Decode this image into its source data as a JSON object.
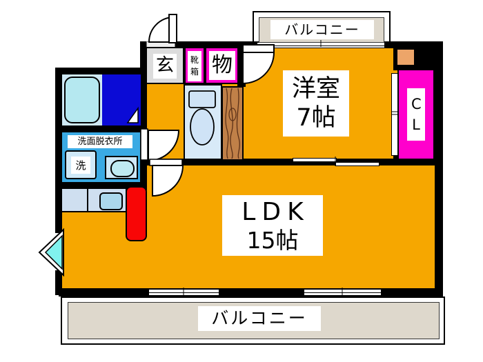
{
  "plan_type": "floorplan",
  "colors": {
    "floor_orange": "#f6a700",
    "closet_magenta": "#ff00cc",
    "wall_black": "#000000",
    "balcony_beige": "#ded8cc",
    "washroom_blue": "#3aaae4",
    "bath_dark_blue": "#0b0bd6",
    "bath_light_blue": "#cfe9f5",
    "toilet_room_blue": "#d8eaf8",
    "kitchen_counter_blue": "#cfdff0",
    "refrigerator_red": "#f80606",
    "bay_window_cyan": "#80f2ee",
    "wood_door_brown": "#c08048",
    "entrance_gray": "#dcdcdc",
    "pipe_space_tan": "#eda569"
  },
  "rooms": {
    "balcony_top": {
      "label": "バルコニー"
    },
    "entrance": {
      "label": "玄"
    },
    "shoe_box": {
      "label": "靴箱"
    },
    "storage": {
      "label": "物"
    },
    "western_room": {
      "name": "洋室",
      "size": "7帖"
    },
    "closet": {
      "label": "CL"
    },
    "washroom": {
      "label": "洗面脱衣所"
    },
    "washing_machine": {
      "label": "洗"
    },
    "ldk": {
      "name": "LDK",
      "size": "15帖"
    },
    "balcony_bottom": {
      "label": "バルコニー"
    }
  }
}
